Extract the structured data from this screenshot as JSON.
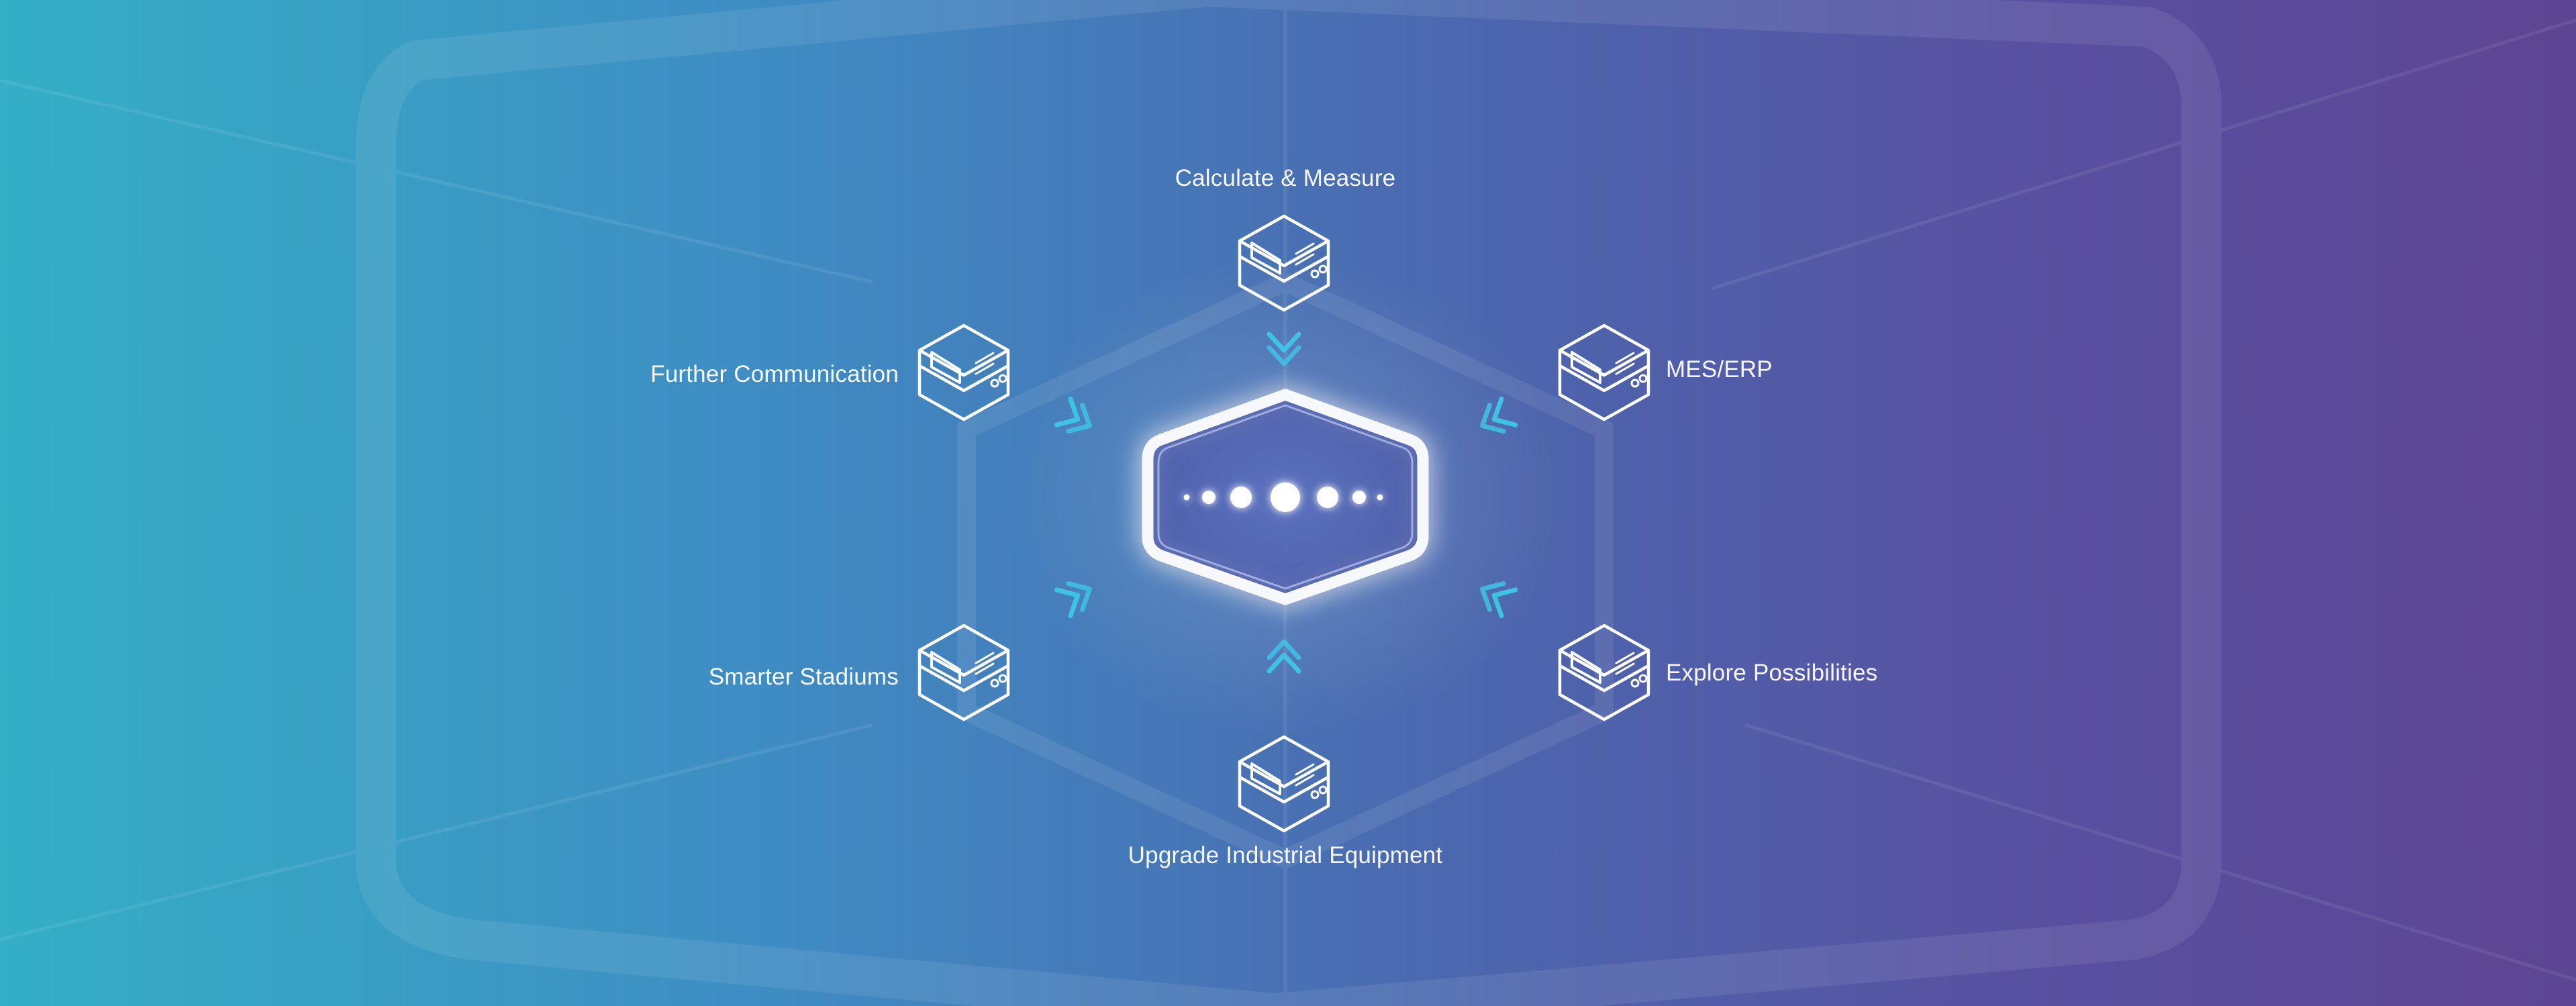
{
  "diagram": {
    "nodes": [
      {
        "id": "top",
        "label": "Calculate & Measure"
      },
      {
        "id": "ul",
        "label": "Further Communication"
      },
      {
        "id": "ur",
        "label": "MES/ERP"
      },
      {
        "id": "ll",
        "label": "Smarter Stadiums"
      },
      {
        "id": "lr",
        "label": "Explore Possibilities"
      },
      {
        "id": "bottom",
        "label": "Upgrade Industrial Equipment"
      }
    ],
    "hub": {
      "dots": 7
    },
    "icons": {
      "device": "server-device-icon",
      "arrow": "chevron-arrow-icon",
      "hub": "glowing-hexagon-hub-icon"
    },
    "colors": {
      "gradient_left": "#34afc6",
      "gradient_right": "#5c4693",
      "line": "#ffffff",
      "arrow": "#3ec3e6"
    }
  }
}
